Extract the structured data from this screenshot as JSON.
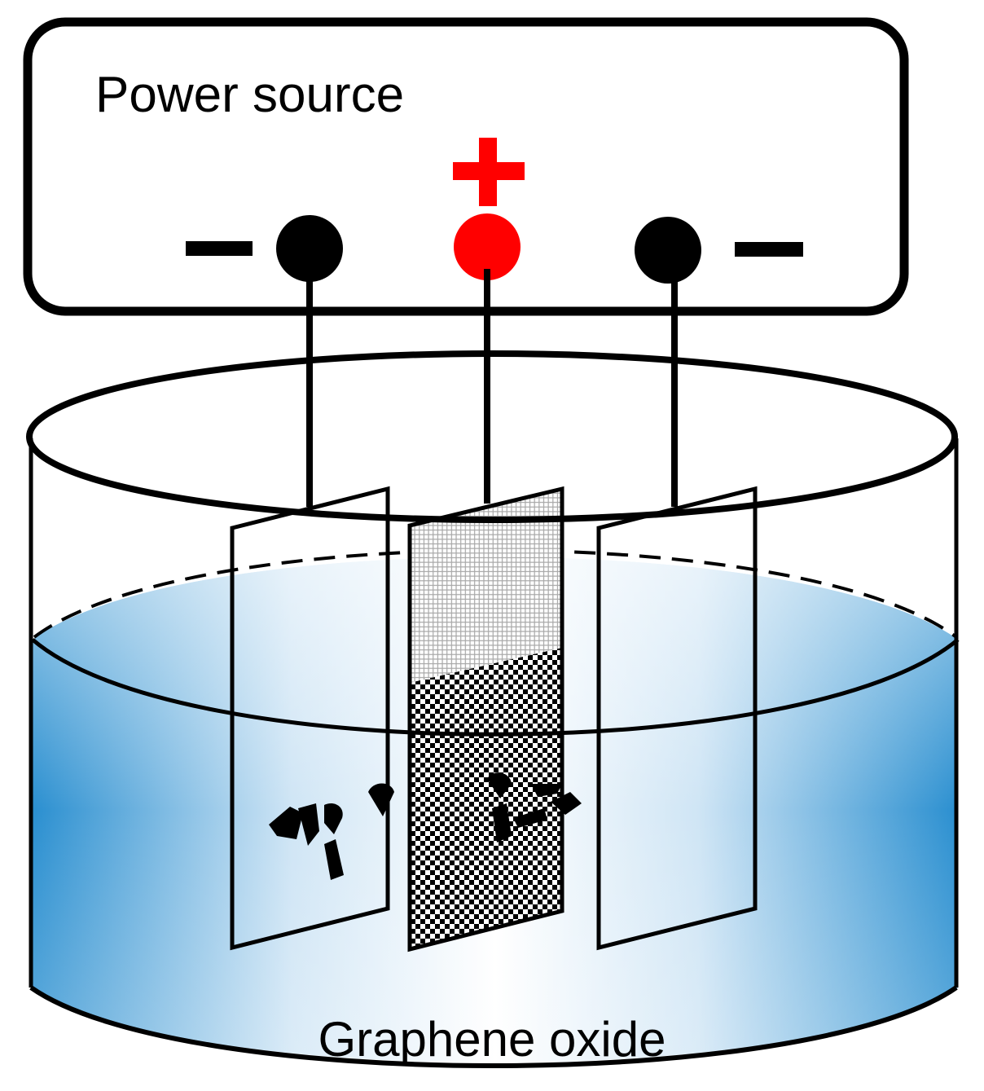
{
  "power_source": {
    "label": "Power source",
    "terminals": [
      {
        "id": "left",
        "polarity": "negative",
        "sign": "−",
        "color": "#000000"
      },
      {
        "id": "center",
        "polarity": "positive",
        "sign": "+",
        "color": "#ff0000"
      },
      {
        "id": "right",
        "polarity": "negative",
        "sign": "−",
        "color": "#000000"
      }
    ]
  },
  "electrolyte": {
    "label": "Graphene oxide",
    "color_edge": "#2a8fd0",
    "color_center": "#ffffff"
  },
  "colors": {
    "outline": "#000000",
    "positive": "#ff0000"
  }
}
